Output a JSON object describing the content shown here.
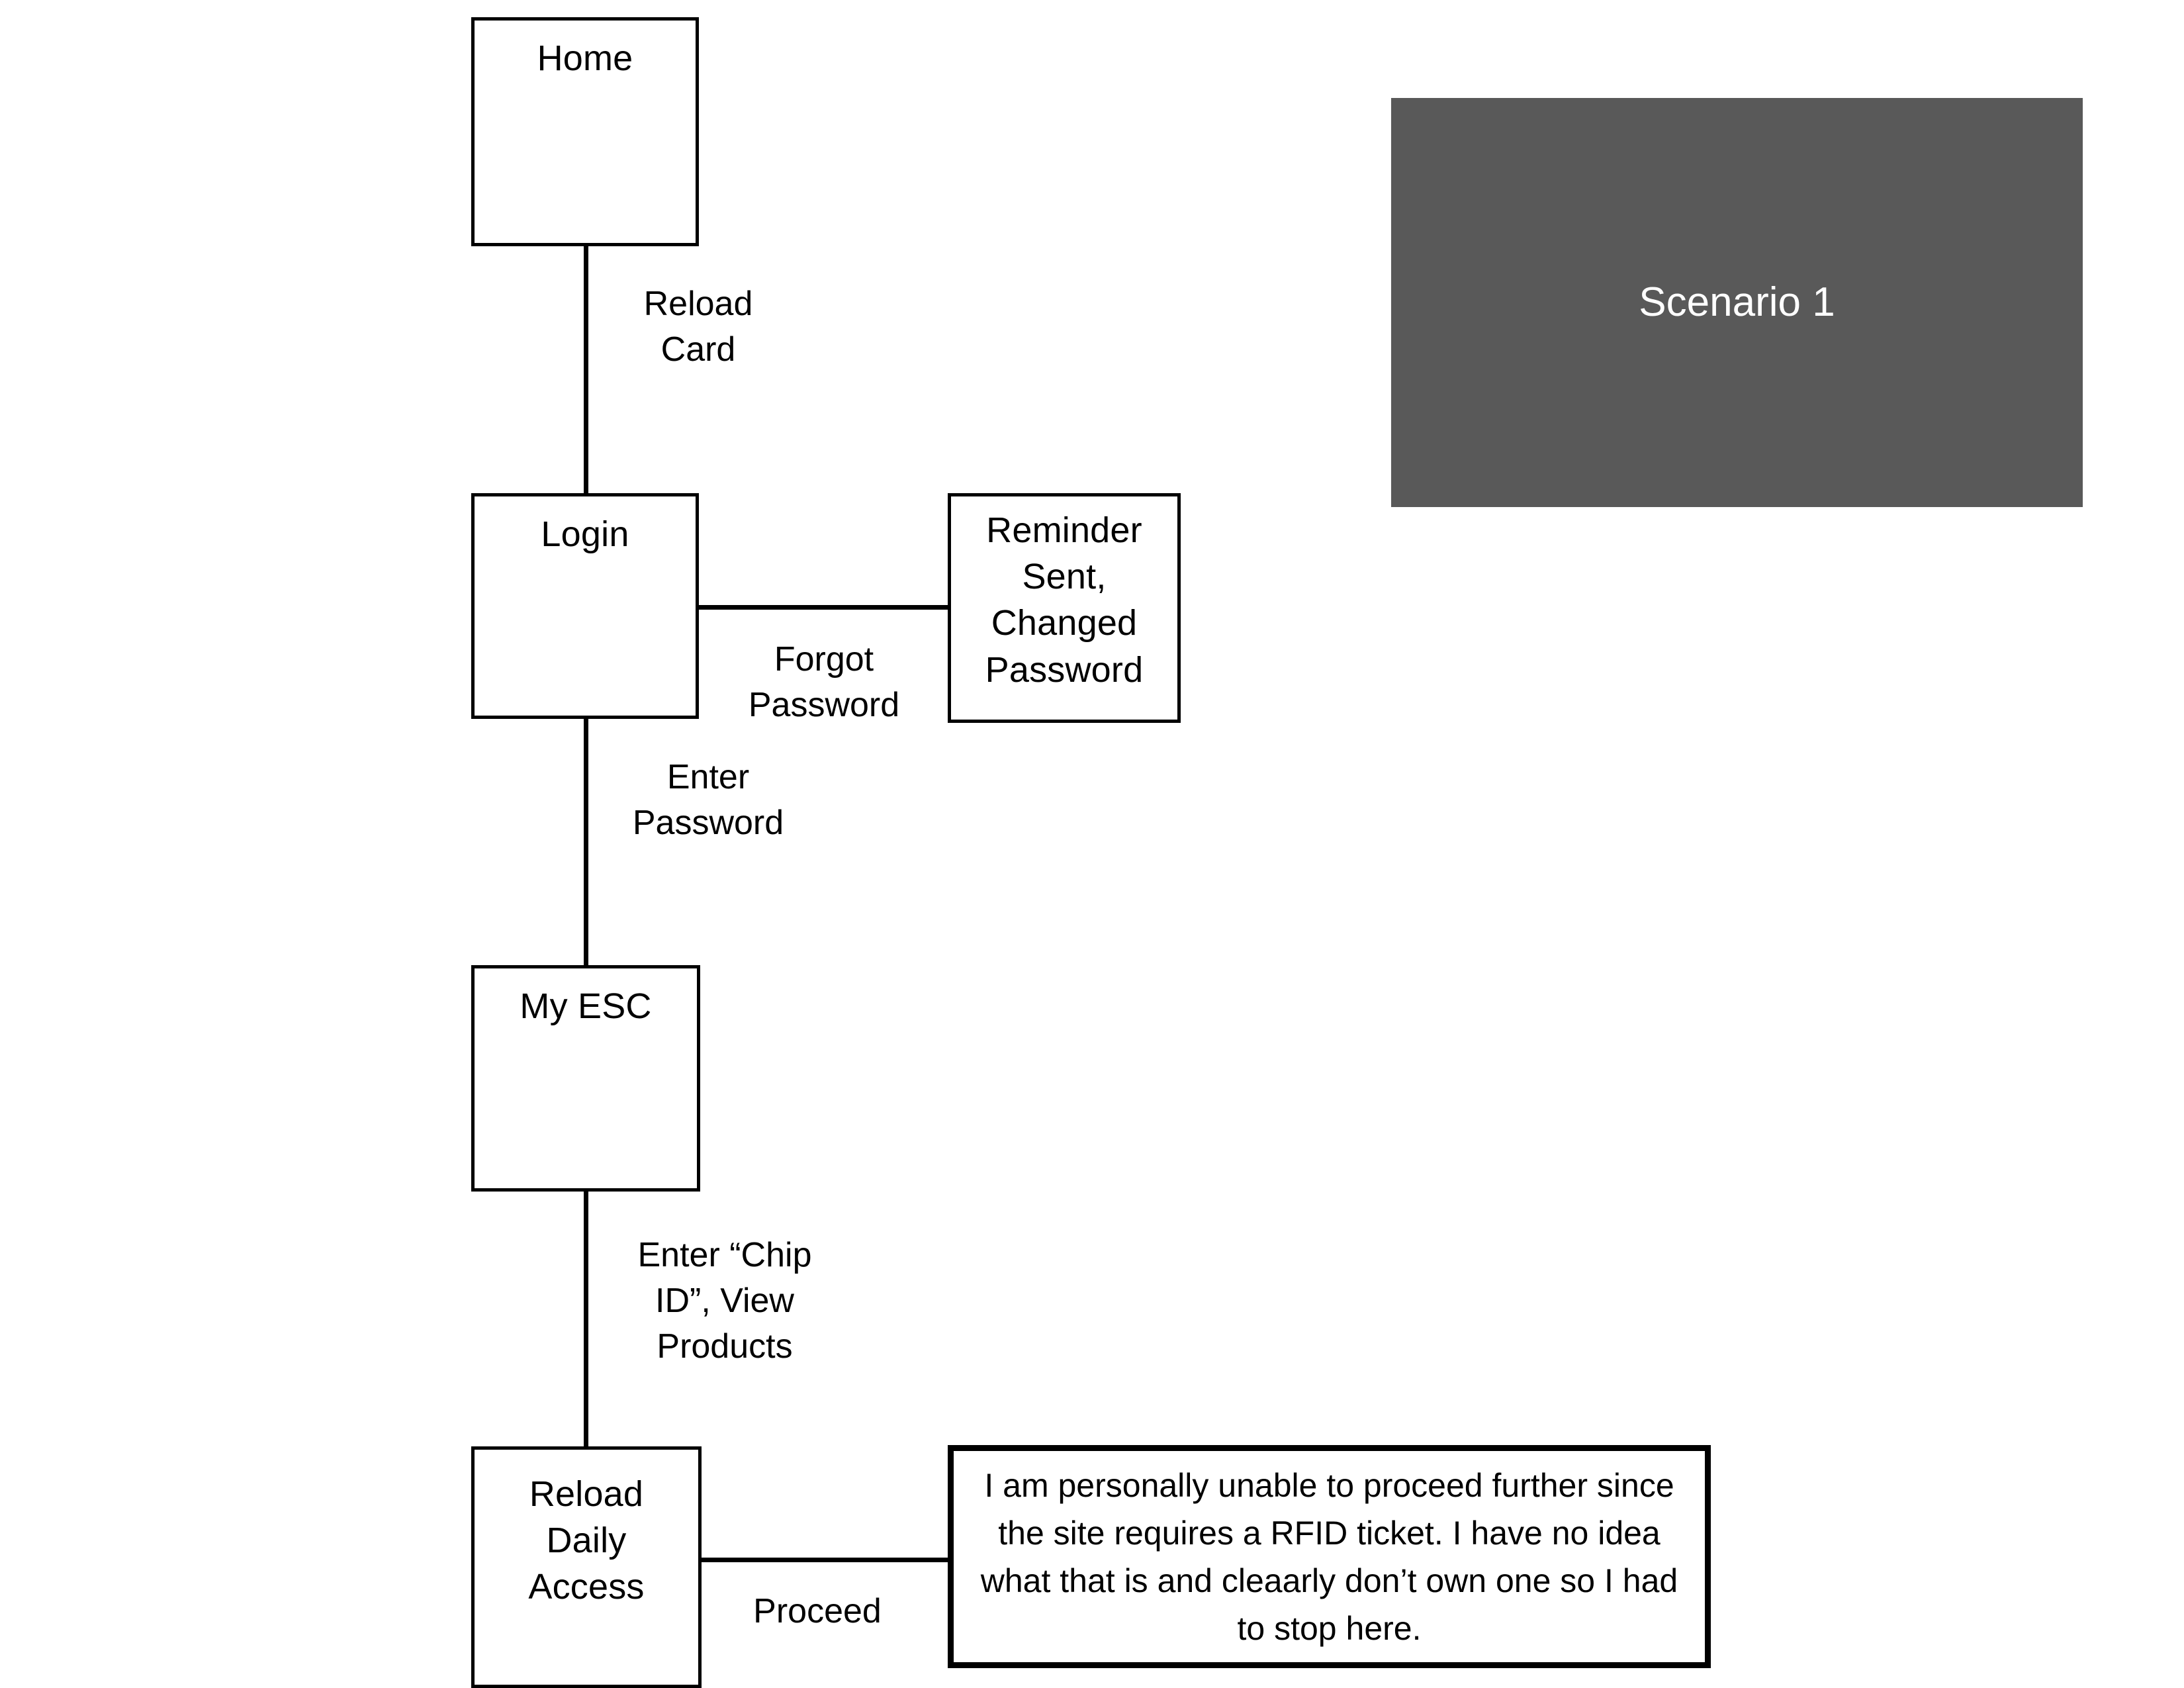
{
  "diagram": {
    "title_plate": {
      "label": "Scenario 1",
      "background_color": "#595959",
      "text_color": "#ffffff"
    },
    "nodes": [
      {
        "id": "home",
        "label": "Home"
      },
      {
        "id": "login",
        "label": "Login"
      },
      {
        "id": "reminder",
        "label": "Reminder\nSent,\nChanged\nPassword"
      },
      {
        "id": "myesc",
        "label": "My ESC"
      },
      {
        "id": "reload",
        "label": "Reload\nDaily\nAccess"
      }
    ],
    "edges": [
      {
        "id": "home-to-login",
        "label": "Reload\nCard"
      },
      {
        "id": "login-to-reminder",
        "label": "Forgot\nPassword"
      },
      {
        "id": "login-to-myesc",
        "label": "Enter\nPassword"
      },
      {
        "id": "myesc-to-reload",
        "label": "Enter “Chip\nID”, View\nProducts"
      },
      {
        "id": "reload-to-note",
        "label": "Proceed"
      }
    ],
    "callout": {
      "text": "I am personally unable to proceed further since the site requires a RFID ticket. I have no idea what that is and cleaarly don’t own one so I had to stop here."
    }
  }
}
